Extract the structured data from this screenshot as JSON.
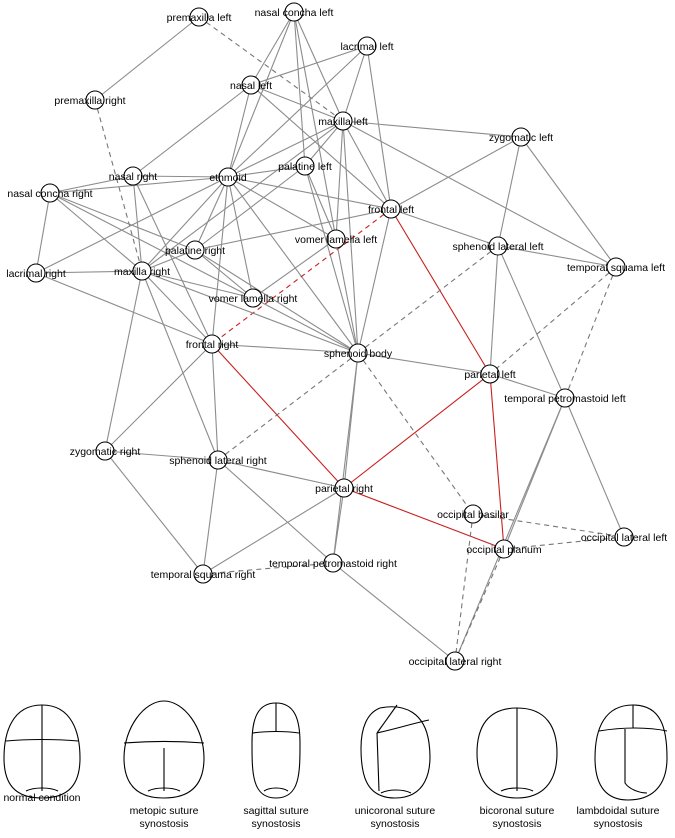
{
  "graph": {
    "nodes": [
      {
        "id": "premaxilla_left",
        "label": "premaxilla left"
      },
      {
        "id": "nasal_concha_left",
        "label": "nasal concha left"
      },
      {
        "id": "lacrimal_left",
        "label": "lacrimal left"
      },
      {
        "id": "nasal_left",
        "label": "nasal left"
      },
      {
        "id": "premaxilla_right",
        "label": "premaxilla right"
      },
      {
        "id": "maxilla_left",
        "label": "maxilla left"
      },
      {
        "id": "zygomatic_left",
        "label": "zygomatic left"
      },
      {
        "id": "palatine_left",
        "label": "palatine left"
      },
      {
        "id": "nasal_right",
        "label": "nasal right"
      },
      {
        "id": "ethmoid",
        "label": "ethmoid"
      },
      {
        "id": "nasal_concha_right",
        "label": "nasal concha right"
      },
      {
        "id": "frontal_left",
        "label": "frontal left"
      },
      {
        "id": "vomer_lamella_left",
        "label": "vomer lamella left"
      },
      {
        "id": "sphenoid_lateral_left",
        "label": "sphenoid lateral left"
      },
      {
        "id": "palatine_right",
        "label": "palatine right"
      },
      {
        "id": "temporal_squama_left",
        "label": "temporal squama left"
      },
      {
        "id": "lacrimal_right",
        "label": "lacrimal right"
      },
      {
        "id": "maxilla_right",
        "label": "maxilla right"
      },
      {
        "id": "vomer_lamella_right",
        "label": "vomer lamella right"
      },
      {
        "id": "frontal_right",
        "label": "frontal right"
      },
      {
        "id": "sphenoid_body",
        "label": "sphenoid body"
      },
      {
        "id": "parietal_left",
        "label": "parietal left"
      },
      {
        "id": "temporal_petromastoid_left",
        "label": "temporal petromastoid left"
      },
      {
        "id": "zygomatic_right",
        "label": "zygomatic right"
      },
      {
        "id": "sphenoid_lateral_right",
        "label": "sphenoid lateral right"
      },
      {
        "id": "parietal_right",
        "label": "parietal right"
      },
      {
        "id": "occipital_basilar",
        "label": "occipital basilar"
      },
      {
        "id": "occipital_lateral_left",
        "label": "occipital lateral left"
      },
      {
        "id": "occipital_planum",
        "label": "occipital planum"
      },
      {
        "id": "temporal_petromastoid_right",
        "label": "temporal petromastoid right"
      },
      {
        "id": "temporal_squama_right",
        "label": "temporal squama right"
      },
      {
        "id": "occipital_lateral_right",
        "label": "occipital lateral right"
      }
    ],
    "edges": [
      {
        "from": "premaxilla_left",
        "to": "premaxilla_right",
        "style": "solid"
      },
      {
        "from": "premaxilla_left",
        "to": "maxilla_left",
        "style": "dashed"
      },
      {
        "from": "premaxilla_right",
        "to": "maxilla_right",
        "style": "dashed"
      },
      {
        "from": "nasal_concha_left",
        "to": "nasal_left",
        "style": "solid"
      },
      {
        "from": "nasal_concha_left",
        "to": "maxilla_left",
        "style": "solid"
      },
      {
        "from": "nasal_concha_left",
        "to": "ethmoid",
        "style": "solid"
      },
      {
        "from": "nasal_concha_left",
        "to": "palatine_left",
        "style": "solid"
      },
      {
        "from": "nasal_concha_left",
        "to": "vomer_lamella_left",
        "style": "solid"
      },
      {
        "from": "lacrimal_left",
        "to": "maxilla_left",
        "style": "solid"
      },
      {
        "from": "lacrimal_left",
        "to": "ethmoid",
        "style": "solid"
      },
      {
        "from": "lacrimal_left",
        "to": "frontal_left",
        "style": "solid"
      },
      {
        "from": "lacrimal_left",
        "to": "nasal_left",
        "style": "solid"
      },
      {
        "from": "nasal_left",
        "to": "maxilla_left",
        "style": "solid"
      },
      {
        "from": "nasal_left",
        "to": "frontal_left",
        "style": "solid"
      },
      {
        "from": "nasal_left",
        "to": "ethmoid",
        "style": "solid"
      },
      {
        "from": "nasal_left",
        "to": "nasal_right",
        "style": "solid"
      },
      {
        "from": "maxilla_left",
        "to": "zygomatic_left",
        "style": "solid"
      },
      {
        "from": "maxilla_left",
        "to": "palatine_left",
        "style": "solid"
      },
      {
        "from": "maxilla_left",
        "to": "ethmoid",
        "style": "solid"
      },
      {
        "from": "maxilla_left",
        "to": "frontal_left",
        "style": "solid"
      },
      {
        "from": "maxilla_left",
        "to": "vomer_lamella_left",
        "style": "solid"
      },
      {
        "from": "maxilla_left",
        "to": "sphenoid_body",
        "style": "solid"
      },
      {
        "from": "maxilla_left",
        "to": "temporal_squama_left",
        "style": "solid"
      },
      {
        "from": "maxilla_left",
        "to": "maxilla_right",
        "style": "solid"
      },
      {
        "from": "zygomatic_left",
        "to": "frontal_left",
        "style": "solid"
      },
      {
        "from": "zygomatic_left",
        "to": "sphenoid_lateral_left",
        "style": "solid"
      },
      {
        "from": "zygomatic_left",
        "to": "temporal_squama_left",
        "style": "solid"
      },
      {
        "from": "palatine_left",
        "to": "ethmoid",
        "style": "solid"
      },
      {
        "from": "palatine_left",
        "to": "sphenoid_body",
        "style": "solid"
      },
      {
        "from": "palatine_left",
        "to": "palatine_right",
        "style": "solid"
      },
      {
        "from": "palatine_left",
        "to": "vomer_lamella_left",
        "style": "solid"
      },
      {
        "from": "nasal_right",
        "to": "ethmoid",
        "style": "solid"
      },
      {
        "from": "nasal_right",
        "to": "maxilla_right",
        "style": "solid"
      },
      {
        "from": "nasal_right",
        "to": "frontal_right",
        "style": "solid"
      },
      {
        "from": "nasal_right",
        "to": "nasal_concha_right",
        "style": "solid"
      },
      {
        "from": "ethmoid",
        "to": "nasal_concha_right",
        "style": "solid"
      },
      {
        "from": "ethmoid",
        "to": "frontal_left",
        "style": "solid"
      },
      {
        "from": "ethmoid",
        "to": "vomer_lamella_left",
        "style": "solid"
      },
      {
        "from": "ethmoid",
        "to": "palatine_right",
        "style": "solid"
      },
      {
        "from": "ethmoid",
        "to": "maxilla_right",
        "style": "solid"
      },
      {
        "from": "ethmoid",
        "to": "vomer_lamella_right",
        "style": "solid"
      },
      {
        "from": "ethmoid",
        "to": "frontal_right",
        "style": "solid"
      },
      {
        "from": "ethmoid",
        "to": "sphenoid_body",
        "style": "solid"
      },
      {
        "from": "ethmoid",
        "to": "lacrimal_right",
        "style": "solid"
      },
      {
        "from": "nasal_concha_right",
        "to": "lacrimal_right",
        "style": "solid"
      },
      {
        "from": "nasal_concha_right",
        "to": "maxilla_right",
        "style": "solid"
      },
      {
        "from": "nasal_concha_right",
        "to": "palatine_right",
        "style": "solid"
      },
      {
        "from": "nasal_concha_right",
        "to": "vomer_lamella_right",
        "style": "solid"
      },
      {
        "from": "frontal_left",
        "to": "sphenoid_lateral_left",
        "style": "solid"
      },
      {
        "from": "frontal_left",
        "to": "sphenoid_body",
        "style": "solid"
      },
      {
        "from": "frontal_left",
        "to": "palatine_right",
        "style": "solid"
      },
      {
        "from": "frontal_left",
        "to": "parietal_left",
        "style": "red"
      },
      {
        "from": "frontal_left",
        "to": "frontal_right",
        "style": "red-dashed"
      },
      {
        "from": "vomer_lamella_left",
        "to": "sphenoid_body",
        "style": "solid"
      },
      {
        "from": "vomer_lamella_left",
        "to": "vomer_lamella_right",
        "style": "solid"
      },
      {
        "from": "sphenoid_lateral_left",
        "to": "temporal_squama_left",
        "style": "solid"
      },
      {
        "from": "sphenoid_lateral_left",
        "to": "parietal_left",
        "style": "solid"
      },
      {
        "from": "sphenoid_lateral_left",
        "to": "temporal_petromastoid_left",
        "style": "solid"
      },
      {
        "from": "sphenoid_lateral_left",
        "to": "sphenoid_body",
        "style": "dashed"
      },
      {
        "from": "temporal_squama_left",
        "to": "temporal_petromastoid_left",
        "style": "dashed"
      },
      {
        "from": "temporal_squama_left",
        "to": "parietal_left",
        "style": "dashed"
      },
      {
        "from": "palatine_right",
        "to": "maxilla_right",
        "style": "solid"
      },
      {
        "from": "palatine_right",
        "to": "sphenoid_body",
        "style": "solid"
      },
      {
        "from": "palatine_right",
        "to": "vomer_lamella_right",
        "style": "solid"
      },
      {
        "from": "lacrimal_right",
        "to": "maxilla_right",
        "style": "solid"
      },
      {
        "from": "lacrimal_right",
        "to": "frontal_right",
        "style": "solid"
      },
      {
        "from": "maxilla_right",
        "to": "frontal_right",
        "style": "solid"
      },
      {
        "from": "maxilla_right",
        "to": "zygomatic_right",
        "style": "solid"
      },
      {
        "from": "maxilla_right",
        "to": "sphenoid_body",
        "style": "solid"
      },
      {
        "from": "maxilla_right",
        "to": "vomer_lamella_right",
        "style": "solid"
      },
      {
        "from": "maxilla_right",
        "to": "sphenoid_lateral_right",
        "style": "solid"
      },
      {
        "from": "vomer_lamella_right",
        "to": "sphenoid_body",
        "style": "solid"
      },
      {
        "from": "frontal_right",
        "to": "sphenoid_body",
        "style": "solid"
      },
      {
        "from": "frontal_right",
        "to": "zygomatic_right",
        "style": "solid"
      },
      {
        "from": "frontal_right",
        "to": "sphenoid_lateral_right",
        "style": "solid"
      },
      {
        "from": "frontal_right",
        "to": "parietal_right",
        "style": "red"
      },
      {
        "from": "sphenoid_body",
        "to": "parietal_left",
        "style": "solid"
      },
      {
        "from": "sphenoid_body",
        "to": "parietal_right",
        "style": "solid"
      },
      {
        "from": "sphenoid_body",
        "to": "temporal_petromastoid_right",
        "style": "solid"
      },
      {
        "from": "sphenoid_body",
        "to": "occipital_basilar",
        "style": "dashed"
      },
      {
        "from": "sphenoid_body",
        "to": "sphenoid_lateral_right",
        "style": "dashed"
      },
      {
        "from": "parietal_left",
        "to": "temporal_petromastoid_left",
        "style": "solid"
      },
      {
        "from": "parietal_left",
        "to": "parietal_right",
        "style": "red"
      },
      {
        "from": "parietal_left",
        "to": "occipital_planum",
        "style": "red"
      },
      {
        "from": "temporal_petromastoid_left",
        "to": "occipital_lateral_left",
        "style": "solid"
      },
      {
        "from": "temporal_petromastoid_left",
        "to": "occipital_planum",
        "style": "solid"
      },
      {
        "from": "temporal_petromastoid_left",
        "to": "occipital_lateral_right",
        "style": "solid"
      },
      {
        "from": "zygomatic_right",
        "to": "sphenoid_lateral_right",
        "style": "solid"
      },
      {
        "from": "zygomatic_right",
        "to": "temporal_squama_right",
        "style": "solid"
      },
      {
        "from": "sphenoid_lateral_right",
        "to": "parietal_right",
        "style": "solid"
      },
      {
        "from": "sphenoid_lateral_right",
        "to": "temporal_squama_right",
        "style": "solid"
      },
      {
        "from": "sphenoid_lateral_right",
        "to": "temporal_petromastoid_right",
        "style": "solid"
      },
      {
        "from": "parietal_right",
        "to": "occipital_planum",
        "style": "red"
      },
      {
        "from": "parietal_right",
        "to": "temporal_squama_right",
        "style": "solid"
      },
      {
        "from": "parietal_right",
        "to": "temporal_petromastoid_right",
        "style": "solid"
      },
      {
        "from": "occipital_basilar",
        "to": "occipital_lateral_left",
        "style": "dashed"
      },
      {
        "from": "occipital_basilar",
        "to": "occipital_lateral_right",
        "style": "dashed"
      },
      {
        "from": "occipital_planum",
        "to": "occipital_lateral_left",
        "style": "dashed"
      },
      {
        "from": "occipital_planum",
        "to": "occipital_lateral_right",
        "style": "dashed"
      },
      {
        "from": "temporal_petromastoid_right",
        "to": "temporal_squama_right",
        "style": "dashed"
      },
      {
        "from": "temporal_petromastoid_right",
        "to": "occipital_lateral_right",
        "style": "solid"
      }
    ],
    "colors": {
      "edge": "#8c8c8c",
      "dashed": "#777777",
      "red": "#c8201e",
      "node_fill": "#ffffff",
      "node_stroke": "#000000"
    }
  },
  "conditions": [
    {
      "label_line1": "normal condition",
      "label_line2": ""
    },
    {
      "label_line1": "metopic suture",
      "label_line2": "synostosis"
    },
    {
      "label_line1": "sagittal suture",
      "label_line2": "synostosis"
    },
    {
      "label_line1": "unicoronal suture",
      "label_line2": "synostosis"
    },
    {
      "label_line1": "bicoronal suture",
      "label_line2": "synostosis"
    },
    {
      "label_line1": "lambdoidal suture",
      "label_line2": "synostosis"
    }
  ]
}
